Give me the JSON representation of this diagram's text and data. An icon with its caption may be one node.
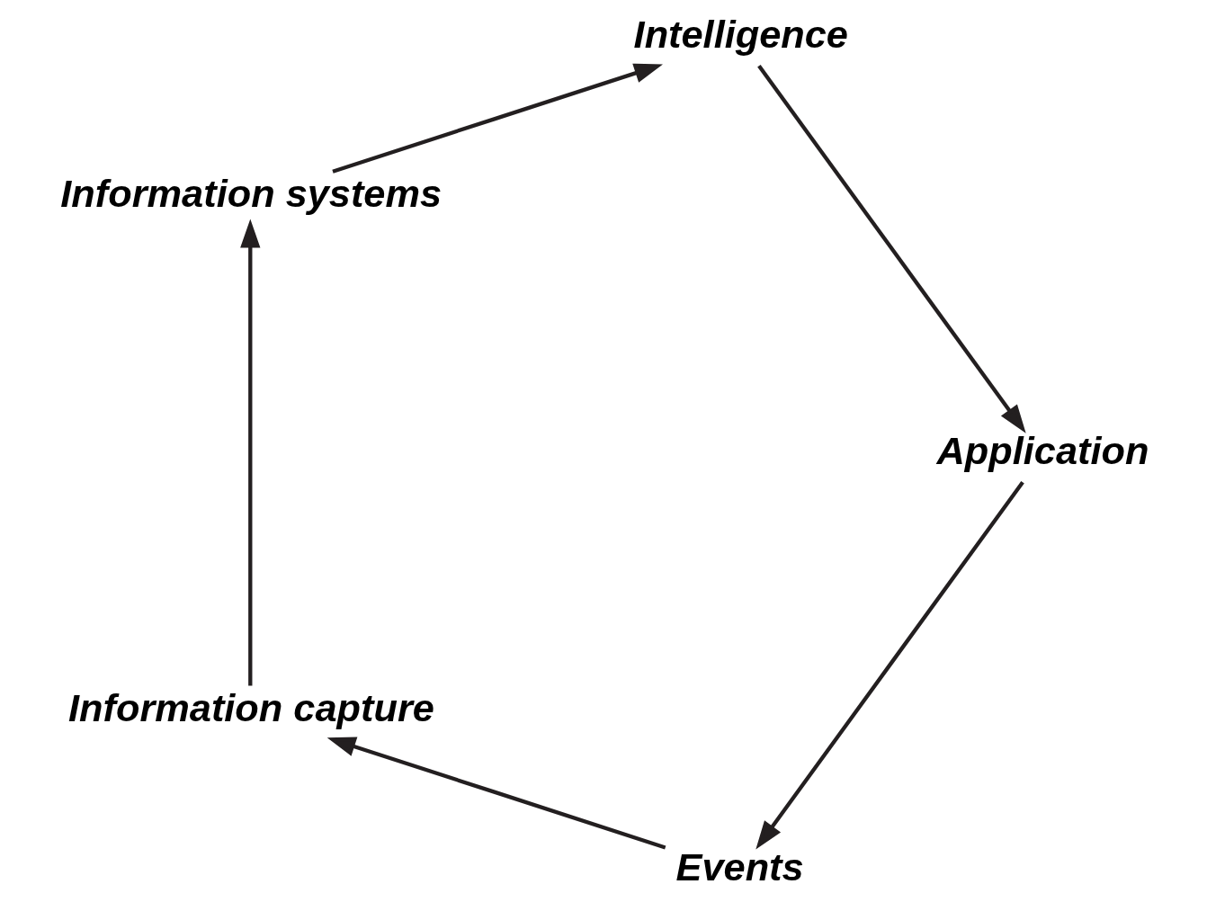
{
  "diagram": {
    "nodes": [
      {
        "text": [
          "Events"
        ]
      },
      {
        "text": [
          "Information capture"
        ]
      },
      {
        "text": [
          "Information systems"
        ]
      },
      {
        "text": [
          "Intelligence"
        ]
      },
      {
        "text": [
          "Application"
        ]
      }
    ],
    "edges": [
      {
        "from": 0,
        "to": 1,
        "arrow": "to"
      },
      {
        "from": 1,
        "to": 2,
        "arrow": "to"
      },
      {
        "from": 2,
        "to": 3,
        "arrow": "to"
      },
      {
        "from": 3,
        "to": 4,
        "arrow": "to"
      },
      {
        "from": 4,
        "to": 0,
        "arrow": "to"
      }
    ]
  }
}
